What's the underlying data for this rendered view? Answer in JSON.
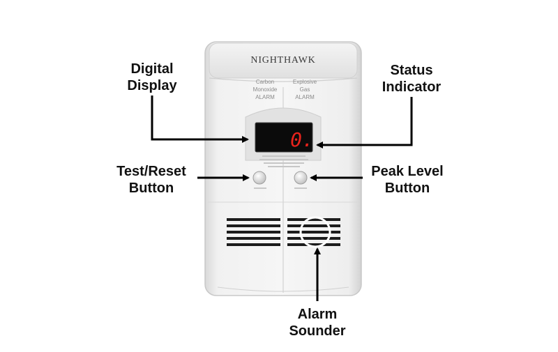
{
  "device": {
    "brand": "NIGHTHAWK",
    "left_label": [
      "Carbon",
      "Monoxide",
      "ALARM"
    ],
    "right_label": [
      "Explosive",
      "Gas",
      "ALARM"
    ],
    "display_value": "0.",
    "display_color": "#e8231c",
    "body_color": "#ececec"
  },
  "callouts": {
    "digital_display": [
      "Digital",
      "Display"
    ],
    "status_indicator": [
      "Status",
      "Indicator"
    ],
    "test_reset_button": [
      "Test/Reset",
      "Button"
    ],
    "peak_level_button": [
      "Peak Level",
      "Button"
    ],
    "alarm_sounder": [
      "Alarm",
      "Sounder"
    ]
  }
}
